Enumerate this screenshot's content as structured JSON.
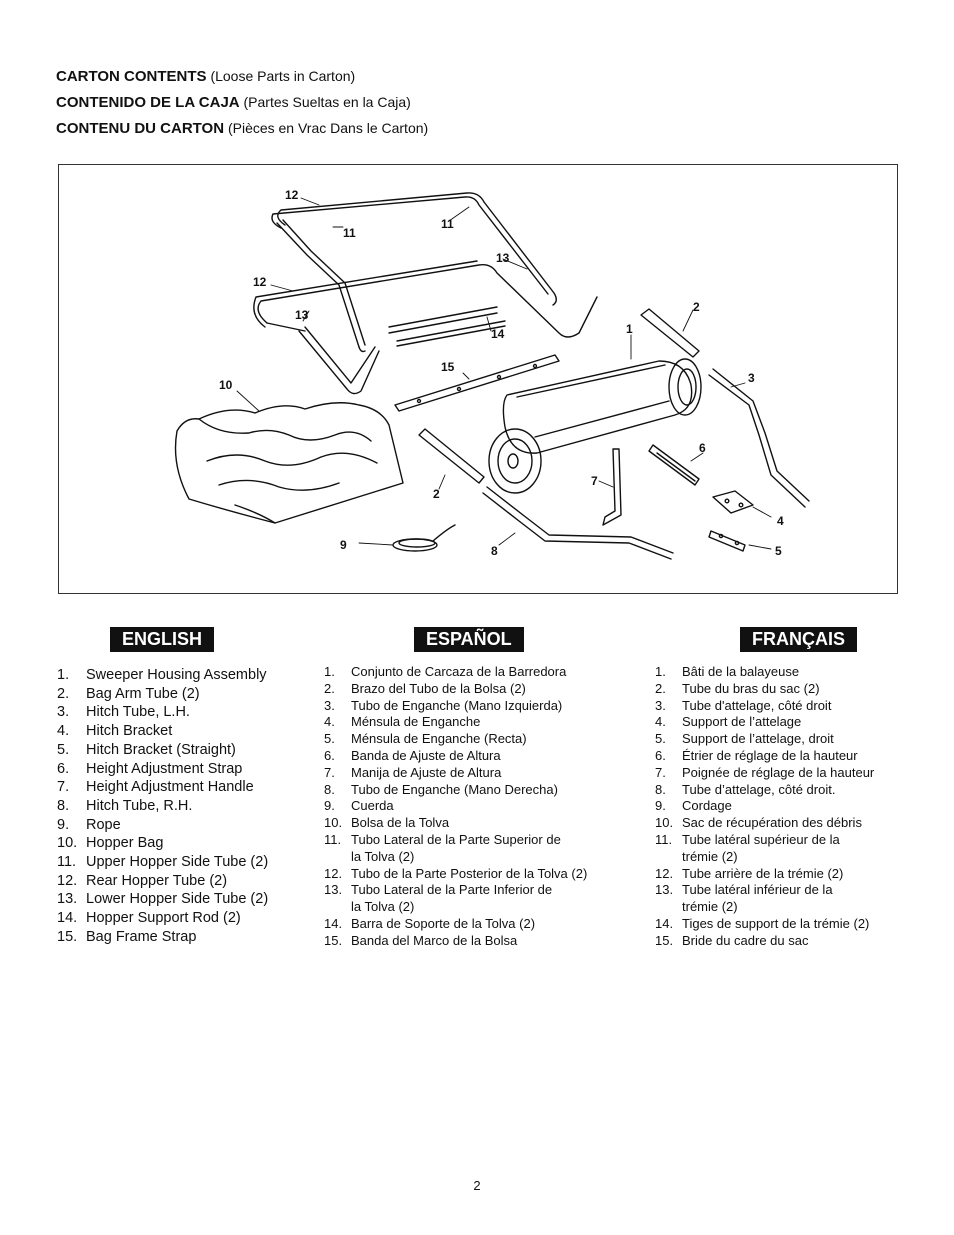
{
  "header": {
    "lines": [
      {
        "bold": "CARTON CONTENTS",
        "normal": " (Loose Parts in Carton)"
      },
      {
        "bold": "CONTENIDO DE LA CAJA",
        "normal": " (Partes Sueltas en la Caja)"
      },
      {
        "bold": "CONTENU DU CARTON",
        "normal": " (Pièces en Vrac Dans le Carton)"
      }
    ]
  },
  "diagram": {
    "callouts": [
      "12",
      "11",
      "11",
      "13",
      "12",
      "13",
      "14",
      "2",
      "1",
      "10",
      "15",
      "3",
      "6",
      "2",
      "7",
      "4",
      "9",
      "8",
      "5"
    ]
  },
  "english": {
    "heading": "ENGLISH",
    "items": [
      {
        "num": "1.",
        "text": "Sweeper Housing Assembly"
      },
      {
        "num": "2.",
        "text": "Bag Arm Tube (2)"
      },
      {
        "num": "3.",
        "text": "Hitch Tube, L.H."
      },
      {
        "num": "4.",
        "text": "Hitch Bracket"
      },
      {
        "num": "5.",
        "text": "Hitch Bracket (Straight)"
      },
      {
        "num": "6.",
        "text": "Height Adjustment Strap"
      },
      {
        "num": "7.",
        "text": "Height Adjustment Handle"
      },
      {
        "num": "8.",
        "text": "Hitch Tube, R.H."
      },
      {
        "num": "9.",
        "text": "Rope"
      },
      {
        "num": "10.",
        "text": "Hopper Bag"
      },
      {
        "num": "11.",
        "text": "Upper Hopper Side Tube (2)"
      },
      {
        "num": "12.",
        "text": "Rear Hopper Tube (2)"
      },
      {
        "num": "13.",
        "text": "Lower Hopper Side Tube (2)"
      },
      {
        "num": "14.",
        "text": "Hopper Support Rod (2)"
      },
      {
        "num": "15.",
        "text": "Bag Frame Strap"
      }
    ]
  },
  "espanol": {
    "heading": "ESPAÑOL",
    "items": [
      {
        "num": "1.",
        "text": "Conjunto de Carcaza de la Barredora"
      },
      {
        "num": "2.",
        "text": "Brazo del Tubo de la Bolsa (2)"
      },
      {
        "num": "3.",
        "text": "Tubo de Enganche (Mano Izquierda)"
      },
      {
        "num": "4.",
        "text": "Ménsula de Enganche"
      },
      {
        "num": "5.",
        "text": "Ménsula de Enganche (Recta)"
      },
      {
        "num": "6.",
        "text": "Banda de Ajuste de Altura"
      },
      {
        "num": "7.",
        "text": "Manija de Ajuste de Altura"
      },
      {
        "num": "8.",
        "text": "Tubo de Enganche (Mano Derecha)"
      },
      {
        "num": "9.",
        "text": "Cuerda"
      },
      {
        "num": "10.",
        "text": "Bolsa de la Tolva"
      },
      {
        "num": "11.",
        "text": "Tubo Lateral de la Parte Superior de",
        "cont": "la Tolva (2)"
      },
      {
        "num": "12.",
        "text": "Tubo de la Parte Posterior de la Tolva (2)"
      },
      {
        "num": "13.",
        "text": "Tubo Lateral de la Parte Inferior de",
        "cont": "la Tolva (2)"
      },
      {
        "num": "14.",
        "text": "Barra de Soporte de la Tolva (2)"
      },
      {
        "num": "15.",
        "text": "Banda del Marco de la Bolsa"
      }
    ]
  },
  "francais": {
    "heading": "FRANÇAIS",
    "items": [
      {
        "num": "1.",
        "text": "Bâti de la balayeuse"
      },
      {
        "num": "2.",
        "text": "Tube du bras du sac (2)"
      },
      {
        "num": "3.",
        "text": "Tube d'attelage, côté droit"
      },
      {
        "num": "4.",
        "text": "Support de l’attelage"
      },
      {
        "num": "5.",
        "text": "Support de l’attelage, droit"
      },
      {
        "num": "6.",
        "text": "Étrier de réglage de la hauteur"
      },
      {
        "num": "7.",
        "text": "Poignée de réglage de la hauteur"
      },
      {
        "num": "8.",
        "text": "Tube d’attelage, côté droit."
      },
      {
        "num": "9.",
        "text": "Cordage"
      },
      {
        "num": "10.",
        "text": "Sac de récupération des débris"
      },
      {
        "num": "11.",
        "text": "Tube latéral supérieur de la",
        "cont": "trémie (2)"
      },
      {
        "num": "12.",
        "text": "Tube arrière de la trémie (2)"
      },
      {
        "num": "13.",
        "text": "Tube latéral inférieur de la",
        "cont": "trémie (2)"
      },
      {
        "num": "14.",
        "text": "Tiges de support de la trémie (2)"
      },
      {
        "num": "15.",
        "text": "Bride du cadre du sac"
      }
    ]
  },
  "page_number": "2"
}
